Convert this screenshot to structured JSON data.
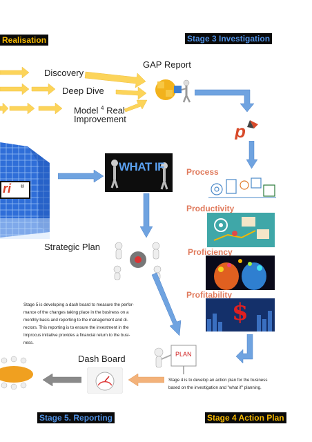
{
  "stages": {
    "realisation": "Realisation",
    "investigation": "Stage 3 Investigation",
    "reporting": "Stage 5. Reporting",
    "action_plan": "Stage 4 Action Plan"
  },
  "labels": {
    "discovery": "Discovery",
    "deep_dive": "Deep Dive",
    "model_prefix": "Model",
    "model_sup": "4",
    "model_suffix": "Real",
    "improvement": "Improvement",
    "gap_report": "GAP Report",
    "what_if": "WHAT IF",
    "strategic_plan": "Strategic Plan",
    "dash_board": "Dash Board",
    "plan": "PLAN",
    "logo_fragment": "ri",
    "logo_registered": "®",
    "dollar": "$"
  },
  "p_pillars": {
    "process": "Process",
    "productivity": "Productivity",
    "proficiency": "Proficiency",
    "profitability": "Profitability"
  },
  "paragraphs": {
    "stage5": [
      "Stage 5 is developing a dash board to measure the perfor-",
      "mance of the changes taking place in the business on a",
      "monthly basis and reporting to the management and di-",
      "rectors.  This reporting is to ensure the investment in the",
      "Improcus initiative provides a financial return to the busi-",
      "ness."
    ],
    "stage4": [
      "Stage 4 is to develop an action plan for the business",
      "based on the investigation and \"what if\" planning."
    ]
  },
  "colors": {
    "stage_blue": "#4f8fe0",
    "stage_gold": "#f5b800",
    "arrow_yellow": "#fcd45a",
    "arrow_blue": "#6fa3e0",
    "arrow_orange": "#f3b27a",
    "arrow_gray": "#8a8a8a",
    "pillar_heading": "#e07a5c"
  }
}
